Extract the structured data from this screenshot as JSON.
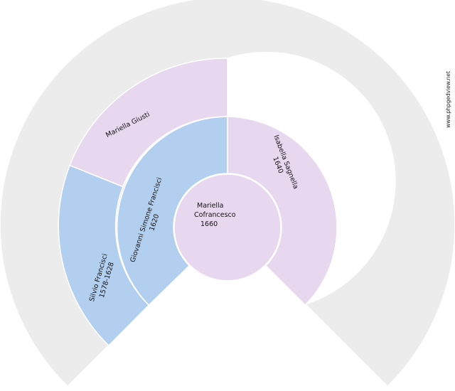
{
  "root": {
    "name_line1": "Mariella",
    "name_line2": "Cofrancesco",
    "year": "1660"
  },
  "father": {
    "name": "Giovanni Simone Francisci",
    "dates": "1620"
  },
  "mother": {
    "name": "Isabella Sagnella",
    "dates": "1640"
  },
  "paternal_grandfather": {
    "name": "Silvio Francisci",
    "dates": "1578-1628"
  },
  "paternal_grandmother": {
    "name": "Mariella Giusti",
    "dates": ""
  },
  "watermark": "www.phpgedview.net",
  "colors": {
    "male": "#b3cff0",
    "female": "#e8d8ef",
    "empty": "#ececec"
  }
}
